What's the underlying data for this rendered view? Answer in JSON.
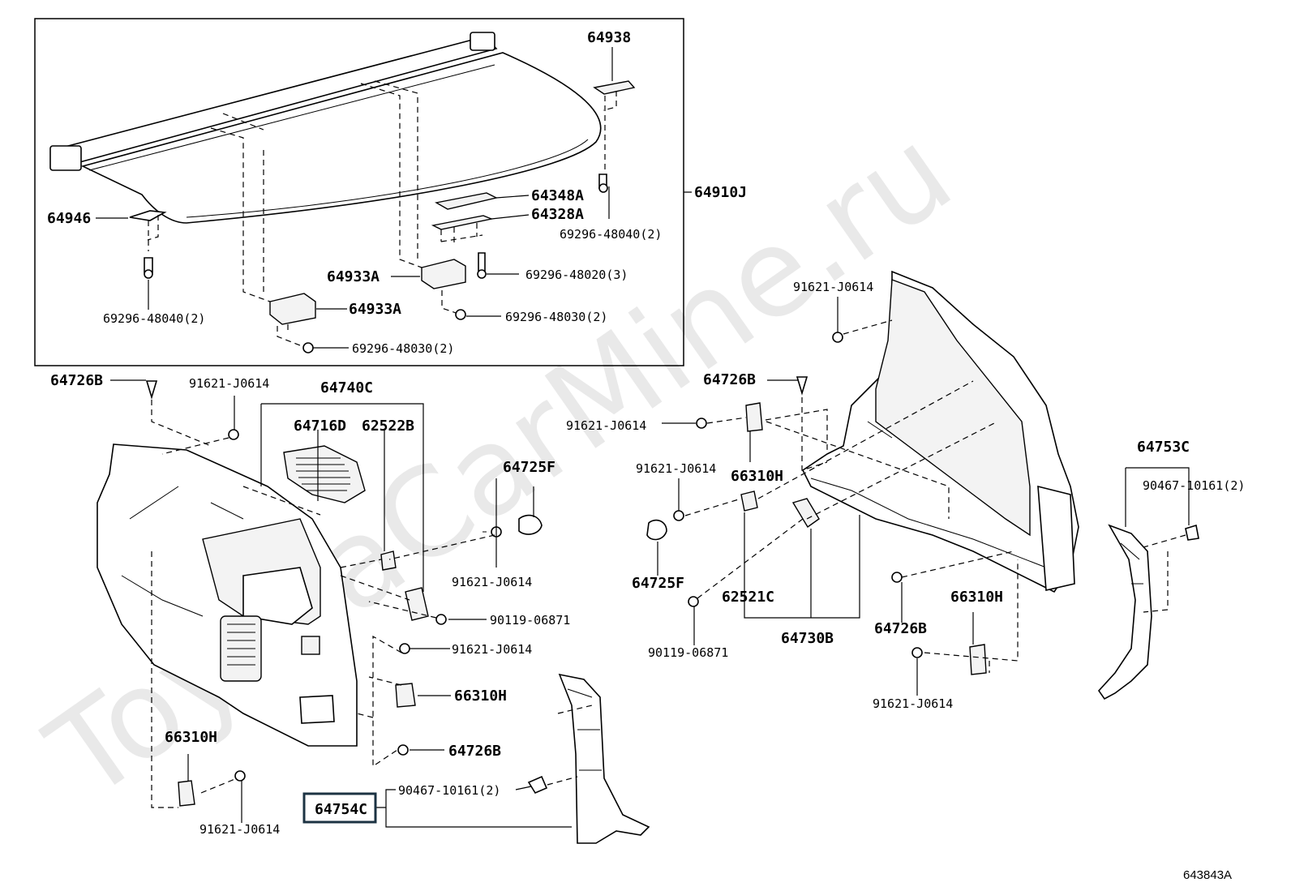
{
  "watermark": "ToyotaCarMine.ru",
  "diagram_code": "643843A",
  "highlighted_part": "64754C",
  "labels": {
    "p64938": "64938",
    "p64910J": "64910J",
    "p64348A": "64348A",
    "p64328A": "64328A",
    "p69296_48040_2_top": "69296-48040(2)",
    "p64946": "64946",
    "p69296_48020_3": "69296-48020(3)",
    "p64933A_top": "64933A",
    "p64933A_bottom": "64933A",
    "p69296_48030_2_right": "69296-48030(2)",
    "p69296_48040_2_left": "69296-48040(2)",
    "p69296_48030_2_bottom": "69296-48030(2)",
    "p64726B_left": "64726B",
    "p91621_a": "91621-J0614",
    "p64740C": "64740C",
    "p64716D": "64716D",
    "p62522B": "62522B",
    "p64725F_left": "64725F",
    "p91621_b": "91621-J0614",
    "p90119_left": "90119-06871",
    "p91621_c": "91621-J0614",
    "p66310H_mid": "66310H",
    "p64726B_mid": "64726B",
    "p66310H_left": "66310H",
    "p91621_d": "91621-J0614",
    "p90467_bottom": "90467-10161(2)",
    "p64754C": "64754C",
    "p91621_e": "91621-J0614",
    "p64726B_right_top": "64726B",
    "p91621_f": "91621-J0614",
    "p66310H_right_top": "66310H",
    "p91621_g": "91621-J0614",
    "p64725F_right": "64725F",
    "p62521C": "62521C",
    "p90119_right": "90119-06871",
    "p64730B": "64730B",
    "p64726B_right_low": "64726B",
    "p66310H_right_low": "66310H",
    "p91621_h": "91621-J0614",
    "p64753C": "64753C",
    "p90467_right": "90467-10161(2)"
  }
}
